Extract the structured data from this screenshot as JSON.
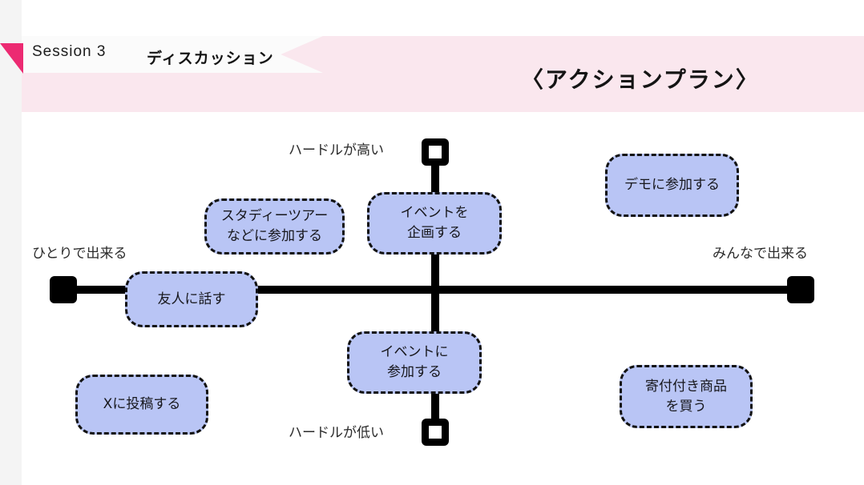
{
  "slide": {
    "header": {
      "session_label": "Session 3",
      "session_subtitle": "ディスカッション",
      "title": "〈アクションプラン〉",
      "band_color": "#fae7ee",
      "ribbon_color": "#fbfbfb",
      "triangle_color": "#ec2a72"
    },
    "matrix": {
      "axis_color": "#000000",
      "labels": {
        "top": "ハードルが高い",
        "bottom": "ハードルが低い",
        "left": "ひとりで出来る",
        "right": "みんなで出来る"
      },
      "endpoints": {
        "left": "solid-square-marker",
        "right": "solid-square-marker",
        "top": "hollow-square-marker",
        "bottom": "hollow-square-marker"
      },
      "card_fill": "#b9c5f5",
      "card_border": "#111111",
      "cards": [
        {
          "id": "study-tour",
          "text": "スタディーツアー\nなどに参加する"
        },
        {
          "id": "plan-event",
          "text": "イベントを\n企画する"
        },
        {
          "id": "join-demo",
          "text": "デモに参加する"
        },
        {
          "id": "tell-friend",
          "text": "友人に話す"
        },
        {
          "id": "join-event",
          "text": "イベントに\n参加する"
        },
        {
          "id": "post-on-x",
          "text": "Xに投稿する"
        },
        {
          "id": "buy-donation-goods",
          "text": "寄付付き商品\nを買う"
        }
      ]
    }
  }
}
